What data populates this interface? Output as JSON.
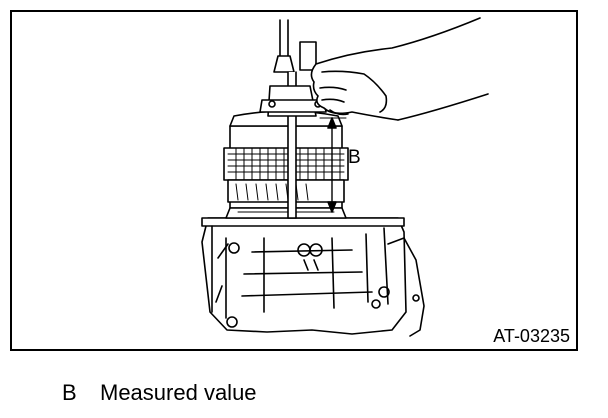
{
  "figure": {
    "code": "AT-03235",
    "dimension_label": "B"
  },
  "legend": {
    "key": "B",
    "description": "Measured value"
  }
}
